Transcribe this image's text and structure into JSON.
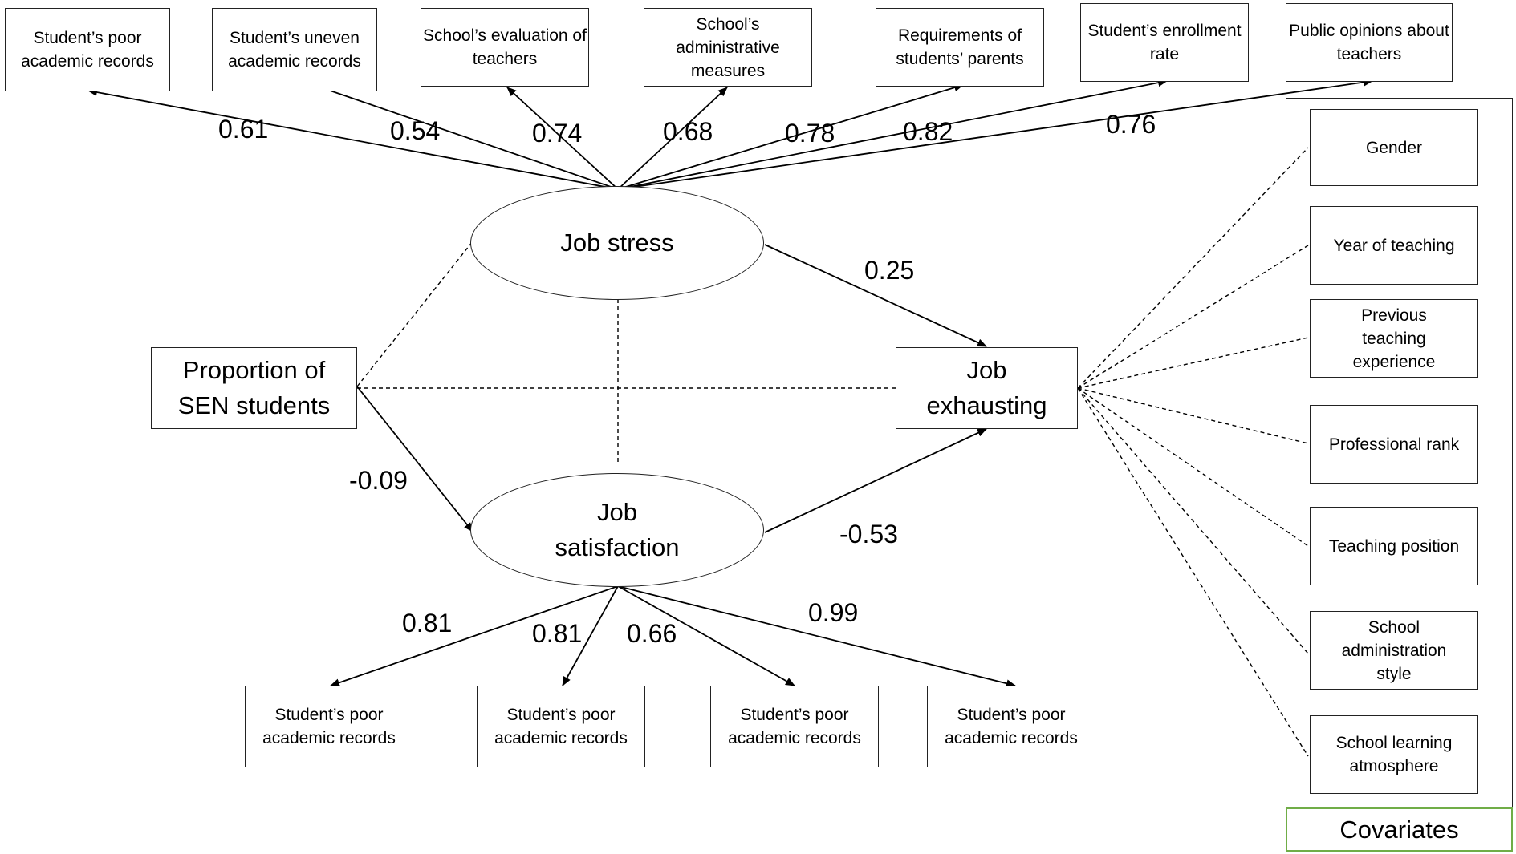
{
  "nodes": {
    "stress_indicators": [
      {
        "text": "Student’s poor academic records"
      },
      {
        "text": "Student’s uneven academic records"
      },
      {
        "text": "School’s evaluation of teachers"
      },
      {
        "text": "School’s administrative measures"
      },
      {
        "text": "Requirements of students’ parents"
      },
      {
        "text": "Student’s enrollment rate"
      },
      {
        "text": "Public opinions about teachers"
      }
    ],
    "job_stress": "Job stress",
    "job_satisfaction": "Job satisfaction",
    "proportion": "Proportion of SEN students",
    "job_exhausting": "Job exhausting",
    "satisfaction_indicators": [
      {
        "text": "Student’s poor academic records"
      },
      {
        "text": "Student’s poor academic records"
      },
      {
        "text": "Student’s poor academic records"
      },
      {
        "text": "Student’s poor academic records"
      }
    ],
    "covariates": [
      {
        "text": "Gender"
      },
      {
        "text": "Year of teaching"
      },
      {
        "text": "Previous teaching experience"
      },
      {
        "text": "Professional rank"
      },
      {
        "text": "Teaching position"
      },
      {
        "text": "School administration style"
      },
      {
        "text": "School learning atmosphere"
      }
    ],
    "covariates_title": "Covariates"
  },
  "edges": {
    "stress_loadings": [
      "0.61",
      "0.54",
      "0.74",
      "0.68",
      "0.78",
      "0.82",
      "0.76"
    ],
    "satisfaction_loadings": [
      "0.81",
      "0.81",
      "0.66",
      "0.99"
    ],
    "stress_to_exhausting": "0.25",
    "satisfaction_to_exhausting": "-0.53",
    "proportion_to_satisfaction": "-0.09"
  }
}
